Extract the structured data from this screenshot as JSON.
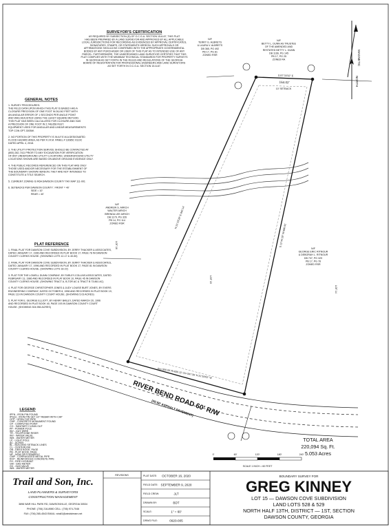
{
  "certificate": {
    "title": "SURVEYOR'S CERTIFICATION",
    "lines": [
      "AS REQUIRED BY SUBSECTION (D) OF O.C.G.A. SECTION 15-6-67, THIS PLAT",
      "HAS BEEN PREPARED BY A LAND SURVEYOR AND APPROVED BY ALL APPLICABLE",
      "LOCAL JURISDICTIONS FOR RECORDING AS EVIDENCED BY APPROVAL CERTIFICATES,",
      "SIGNATURES, STAMPS, OR STATEMENTS HEREON. SUCH APPROVALS OR",
      "AFFIRMATIONS SHOULD BE CONFIRMED WITH THE APPROPRIATE GOVERNMENTAL",
      "BODIES BY ANY PURCHASER OR USER OF THIS PLAT AS TO INTENDED USE OF ANY",
      "PARCEL. FURTHERMORE, THE UNDERSIGNED LAND SURVEYOR CERTIFIES THAT THIS",
      "PLAT COMPLIES WITH THE MINIMUM TECHNICAL STANDARDS FOR PROPERTY SURVEYS",
      "IN GEORGIA AS SET FORTH IN THE RULES AND REGULATIONS OF THE GEORGIA",
      "BOARD OF REGISTRATION FOR PROFESSIONAL ENGINEERS AND LAND SURVEYORS",
      "AS SET FORTH IN O.C.G.A. SECTION 15-6-67."
    ]
  },
  "general_notes": {
    "title": "GENERAL NOTES",
    "lines": [
      "1. SURVEY PROCEDURES:",
      "THE FIELD DATA UPON WHICH THIS PLAT IS BASED HAS A",
      "CLOSURE PRECISION OF ONE FOOT IN 26,042 FEET WITH",
      "AN ANGULAR ERROR OF 1 SECONDS PER ANGLE POINT",
      "AND WAS ADJUSTED USING THE LEAST SQUARE METHOD.",
      "THIS PLAT HAS BEEN CALCULATED FOR CLOSURE AND HAS",
      "A PRECISION OF ONE FOOT IN 2,748,658 FEET.",
      "EQUIPMENT USED FOR ANGULAR AND LINEAR MEASUREMENTS",
      "TOP CON GPT-3005W.",
      "",
      "2. NO PORTION OF THIS PROPERTY IS IN A F.E.M.A DESIGNATED",
      "FLOOD HAZARD AREA, AS PER F.I.R.M. PANEL # 13085C 0110C",
      "DATED APRIL 4, 2018.",
      "",
      "3. THE UTILITY PROTECTION SERVICE SHOULD BE CONTACTED AT",
      "(800) 282-7411 PRIOR TO ANY EXCAVATION FOR VERIFICATION",
      "OF ANY UNDERGROUND UTILITY LOCATIONS. UNDERGROUND UTILITY",
      "LOCATIONS SHOWN ARE BASED ON ABOVE GROUND EVIDENCE ONLY.",
      "",
      "4. THE PUBLIC RECORDS REFERENCED ON THIS PLAT ARE ONLY",
      "THOSE USED AND/OR NECESSARY FOR THE ESTABLISHMENT OF",
      "THE BOUNDARY SHOWN HEREON, THEY ARE NOT INTENDED TO",
      "CONSTITUTE A TITLE SEARCH.",
      "",
      "5. CURRENT ZONING IS R6A DAWSON COUNTY TAX MAP 111-001",
      "",
      "6. SETBACKS PER DAWSON COUNTY:  FRONT = 40'",
      "                                 SIDE = 10'",
      "                                 REAR = 40'"
    ]
  },
  "plat_reference": {
    "title": "PLAT REFERENCE",
    "lines": [
      "1. FINAL PLAT FOR DAWSON COVE SUBDIVISION, BY JERRY THACKER & ASSOCIATES,",
      "DATED JANUARY 17, 1996 AND RECORDED IN PLAT BOOK 17, PAGE 78 IN DAWSON",
      "COUNTY CLERKS HOUSE. (SHOWING LOTS 12-17 & 40-50)",
      "",
      "2. FINAL PLAT FOR DAWSON COVE SUBDIVISION, BY JERRY THACKER & ASSOCIATES,",
      "DATED JANUARY 17, 1996 AND RECORDED IN PLAT BOOK 17, PAGE 81 IN DAWSON",
      "COUNTY CLERKS HOUSE. (SHOWING LOTS 18-22)",
      "",
      "3. PLAT FOR THE LOWELL DUNN COMPANY, BY FARLEY-COLLINS ASSOCIATES, DATED",
      "FEBRUARY 13, 1986 AND RECORDED IN PLAT BOOK 10, PAGE 45 IN DAWSON",
      "COUNTY CLERKS HOUSE. (SHOWING TRACT A, B,TOR AC & TRACT B 73.861 AC)",
      "",
      "4. PLAT FOR GEORGE CHRISTOPHER JONES & JUDY LOUISE BURT JONES, BY EVERS",
      "ENGINEERING COMPANY, DATED OCTOBER 8, 1998 AND RECORDED IN PLAT BOOK 19,",
      "PAGE 119 IN DAWSON COUNTY COURT HOUSE. (SHOWING 5.03 ACRES)",
      "",
      "5. PLAT FOR E. GEORGE ELLIOTT, BY HENRY BAILEY, DATED MARCH 20, 1996",
      "AND RECORDED IN PLAT BOOK 40, PAGE 193 IN DAWSON COUNTY COURT",
      "HOUSE. (SHOWING 304.956 ACRES)"
    ]
  },
  "owners": {
    "north_1": [
      "N/F",
      "TERRY G. ALBRETS",
      "& LAURA V. ALBRETS",
      "DB 365, PG 492",
      "PB 17, PG 81",
      "ZONED RSR"
    ],
    "north_2": [
      "N/F",
      "BETTY L. DUNN AS TRUSTEE",
      "OF THE AMENDED AND",
      "RESTATED BETTY L. DUNN",
      "DB 1166, PG 145",
      "PB 17, PG 25",
      "ZONED RA"
    ],
    "west": [
      "N/F",
      "ANDREW S. AIRICH",
      "WALTER AIRICH",
      "BRENDA LEE AIRICH",
      "DB 1179, PG 326",
      "PB 14, PG 114",
      "ZONED RSR"
    ],
    "east": [
      "N/F",
      "GEORGE ERIC RITNOUR",
      "& DEBORAH L. RITNOUR",
      "DB 737, PG 329",
      "PB 17, PG 78",
      "ZONED RSR"
    ]
  },
  "lot_labels": {
    "lot16": "LOT 16",
    "lot15": "LOT 15",
    "lot14": "LOT 14"
  },
  "bearings": {
    "north_line": "S 87°33'32\" E",
    "north_dist": "164.02'",
    "west_line": "N 22°23'28\" E  840.14'",
    "east_line": "S 12°44'20\" W  880.92'",
    "curve": "Arc=350.00'  R=830.12'  Ch=347.36'  N 31°59'02\" W"
  },
  "setback_label": "10' SETBACK",
  "road": {
    "name": "RIVER BEND ROAD 60' R/W",
    "surface": "(20.50' ASPHALT PAVEMENT)"
  },
  "north_arrow": {
    "magnetic": "MAGNETIC",
    "north": "NORTH"
  },
  "total_area": {
    "title": "TOTAL AREA",
    "sqft": "220,094 Sq. Ft.",
    "acres": "5.053 Acres"
  },
  "scale": {
    "ticks": [
      "0'",
      "60'",
      "120'",
      "180'",
      "240'"
    ],
    "label": "SCALE  1 INCH = 60 FEET"
  },
  "legend": {
    "title": "LEGEND",
    "items": [
      "IPFN - IRON PIN FOUND",
      "IPS(1) - IRON PIN SET 1/2\" REBAR WITH CAP",
      "OTP - OPEN TOP PIPE",
      "CMF - CONCRETE MONUMENT FOUND",
      "CP - COMPUTED POINT",
      "CO - SANITARY CLEAN OUT",
      "PP - POWER POLE",
      "WV - GUY WIRE",
      "TR - TELEPHONE RISER",
      "WV - WATER VALVE",
      "WM - WATER METER",
      "LP - LIGHT POLE",
      "AC - ACRES",
      "BL - BUILDING SETBACK LINES",
      "CL - CENTERLINE",
      "DB - DEED BOOK, PAGE",
      "PB - PLAT BOOK, PAGE",
      "NF - NOW OR FORMERLY",
      "CMP - CORRUGATED METAL PIPE",
      "RCP - REINFORCED CONCRETE PIPE",
      "FH - FIRE HYDRANT",
      "GM - GAS METER",
      "GV - GAS VALVE",
      "WM - WATER METER"
    ]
  },
  "title_block": {
    "company": "Trail and Son, Inc.",
    "tagline": "LAND PLANNERS & SURVEYORS",
    "tagline2": "CONSTRUCTION MANAGEMENT",
    "address": "3898 WAR HILL PARK RD, DAWSONVILLE, GEORGIA 30534",
    "phone": "PHONE: (706) 216-8980   CELL: (706) 974-7046",
    "fax": "FAX: (706) 265-4543   EMAIL: strail1@windstream.net",
    "revisions": "REVISIONS",
    "plat_date_label": "PLAT DATE:",
    "plat_date": "OCTOBER 16, 2020",
    "field_date_label": "FIELD DATE:",
    "field_date": "SEPTEMBER 9, 2020",
    "field_crew_label": "FIELD CREW:",
    "field_crew": "JLT",
    "drawn_by_label": "DRAWN BY:",
    "drawn_by": "BDT",
    "scale_label": "SCALE:",
    "scale_value": "1\" = 60'",
    "dwg_label": "DRWG FILE:",
    "dwg_file": "0920-005",
    "survey_for": "BOUNDARY SURVEY FOR",
    "client": "GREG KINNEY",
    "lot_line": "LOT 15 — DAWSON COVE SUBDIVISION",
    "land_lots": "LAND LOTS 528 & 529",
    "district": "NORTH HALF 13TH, DISTRICT — 1ST, SECTION",
    "county": "DAWSON COUNTY, GEORGIA"
  }
}
